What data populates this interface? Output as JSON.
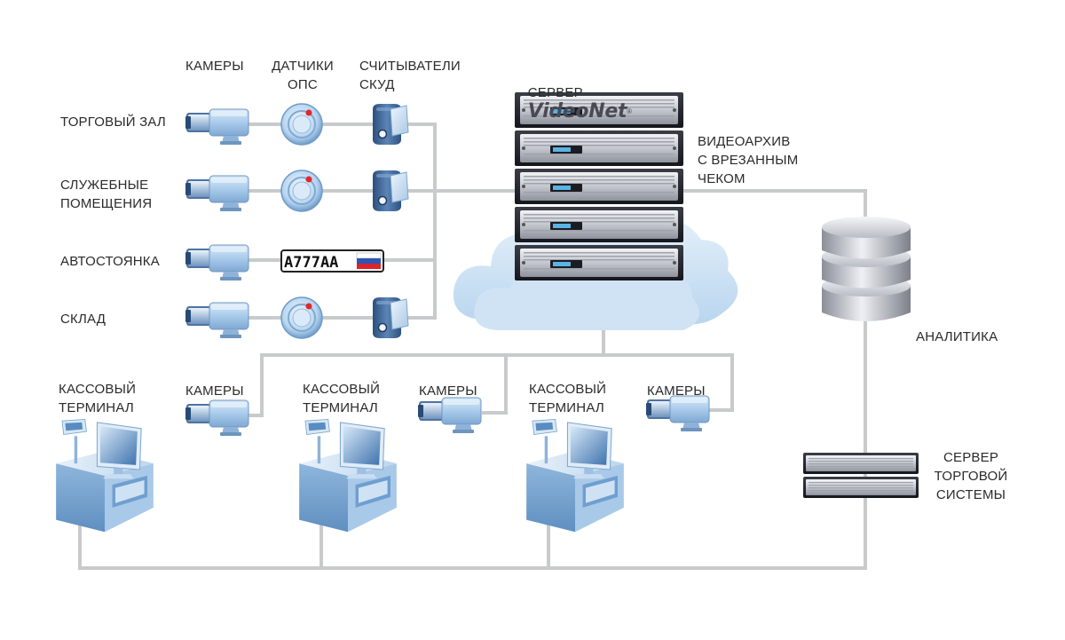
{
  "labels": {
    "cameras_header": "КАМЕРЫ",
    "sensors_header": "ДАТЧИКИ\nОПС",
    "readers_header": "СЧИТЫВАТЕЛИ\nСКУД",
    "zone_sales": "ТОРГОВЫЙ ЗАЛ",
    "zone_service": "СЛУЖЕБНЫЕ\nПОМЕЩЕНИЯ",
    "zone_parking": "АВТОСТОЯНКА",
    "zone_storage": "СКЛАД",
    "server_prefix": "СЕРВЕР",
    "server_brand": "VideoNet",
    "server_brand_mark": "®",
    "video_archive": "ВИДЕОАРХИВ\nС ВРЕЗАННЫМ\nЧЕКОМ",
    "analytics": "АНАЛИТИКА",
    "trade_server": "СЕРВЕР\nТОРГОВОЙ\nСИСТЕМЫ",
    "pos_terminal": "КАССОВЫЙ\nТЕРМИНАЛ",
    "pos_cameras": "КАМЕРЫ",
    "plate_text": "А777АА"
  },
  "colors": {
    "line": "#c8cacb",
    "device_blue": "#9fc3e6",
    "device_dark": "#3d5f87",
    "sensor_led": "#e3262c",
    "cloud": "#c9e0f3",
    "server_metal": "#b9bcc3"
  },
  "icons": [
    "camera-icon",
    "fire-sensor-icon",
    "card-reader-icon",
    "license-plate-icon",
    "server-rack-icon",
    "cloud-icon",
    "database-icon",
    "pos-terminal-icon",
    "server-unit-icon"
  ]
}
